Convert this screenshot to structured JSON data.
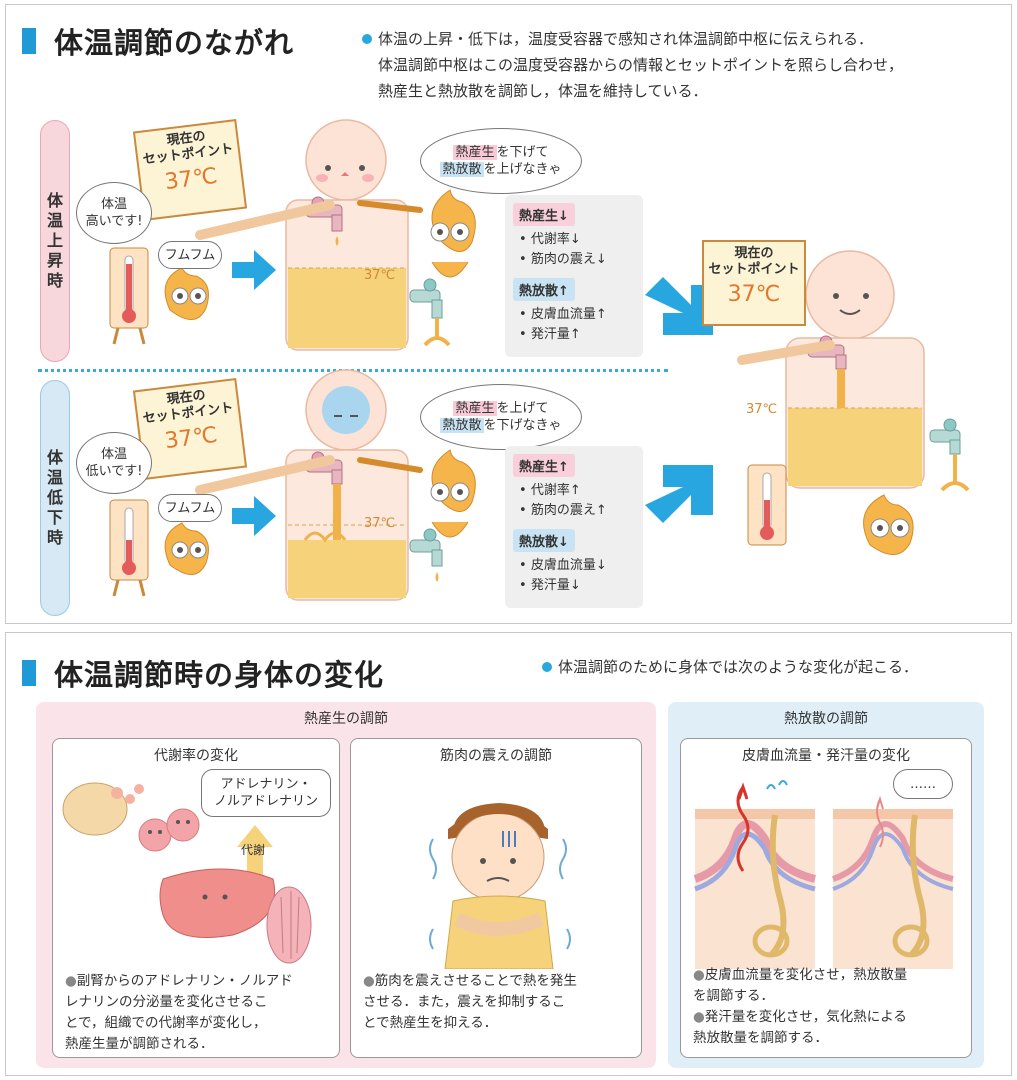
{
  "top": {
    "title": "体温調節のながれ",
    "note_lines": [
      "体温の上昇・低下は，温度受容器で感知され体温調節中枢に伝えられる．",
      "体温調節中枢はこの温度受容器からの情報とセットポイントを照らし合わせ，",
      "熱産生と熱放散を調節し，体温を維持している．"
    ],
    "rise_label": [
      "体",
      "温",
      "上",
      "昇",
      "時"
    ],
    "fall_label": [
      "体",
      "温",
      "低",
      "下",
      "時"
    ],
    "sign_caption_1": "現在の",
    "sign_caption_2": "セットポイント",
    "sign_temp": "37℃",
    "tank_temp": "37℃",
    "rise": {
      "therm_bubble_1": "体温",
      "therm_bubble_2": "高いです!",
      "fumu": "フムフム",
      "speech_heat": "熱産生",
      "speech_heat_rest": "を下げて",
      "speech_dis": "熱放散",
      "speech_dis_rest": "を上げなきゃ",
      "heat_tag": "熱産生↓",
      "heat_items": [
        "代謝率↓",
        "筋肉の震え↓"
      ],
      "dis_tag": "熱放散↑",
      "dis_items": [
        "皮膚血流量↑",
        "発汗量↑"
      ]
    },
    "fall": {
      "therm_bubble_1": "体温",
      "therm_bubble_2": "低いです!",
      "fumu": "フムフム",
      "speech_heat": "熱産生",
      "speech_heat_rest": "を上げて",
      "speech_dis": "熱放散",
      "speech_dis_rest": "を下げなきゃ",
      "heat_tag": "熱産生↑",
      "heat_items": [
        "代謝率↑",
        "筋肉の震え↑"
      ],
      "dis_tag": "熱放散↓",
      "dis_items": [
        "皮膚血流量↓",
        "発汗量↓"
      ]
    }
  },
  "bottom": {
    "title": "体温調節時の身体の変化",
    "note": "体温調節のために身体では次のような変化が起こる．",
    "heat_group": "熱産生の調節",
    "dis_group": "熱放散の調節",
    "card1": {
      "title": "代謝率の変化",
      "bubble_1": "アドレナリン・",
      "bubble_2": "ノルアドレナリン",
      "arrow_label": "代謝",
      "text": [
        "副腎からのアドレナリン・ノルアド",
        "レナリンの分泌量を変化させるこ",
        "とで，組織での代謝率が変化し，",
        "熱産生量が調節される．"
      ]
    },
    "card2": {
      "title": "筋肉の震えの調節",
      "text": [
        "筋肉を震えさせることで熱を発生",
        "させる．また，震えを抑制するこ",
        "とで熱産生を抑える．"
      ]
    },
    "card3": {
      "title": "皮膚血流量・発汗量の変化",
      "bubble": "……",
      "text": [
        "皮膚血流量を変化させ，熱放散量",
        "を調節する．",
        "発汗量を変化させ，気化熱による",
        "熱放散量を調節する．"
      ]
    }
  }
}
